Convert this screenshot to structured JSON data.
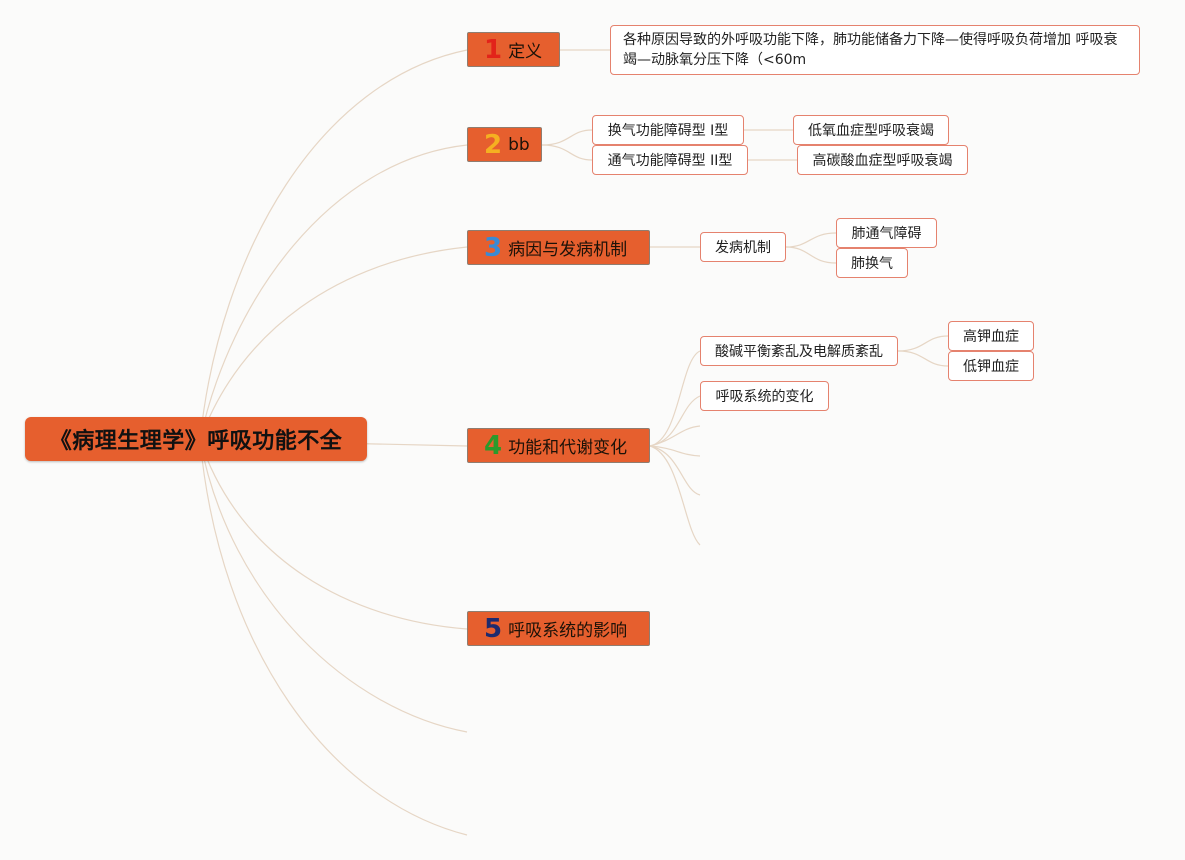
{
  "root": {
    "title": "《病理生理学》呼吸功能不全"
  },
  "branches": [
    {
      "number": "1",
      "label": "定义"
    },
    {
      "number": "2",
      "label": "bb"
    },
    {
      "number": "3",
      "label": "病因与发病机制"
    },
    {
      "number": "4",
      "label": "功能和代谢变化"
    },
    {
      "number": "5",
      "label": "呼吸系统的影响"
    }
  ],
  "definition": {
    "text": "各种原因导致的外呼吸功能下降，肺功能储备力下降—使得呼吸负荷增加 呼吸衰竭—动脉氧分压下降（<60m"
  },
  "types": [
    {
      "label": "换气功能障碍型 I型",
      "child": "低氧血症型呼吸衰竭"
    },
    {
      "label": "通气功能障碍型 II型",
      "child": "高碳酸血症型呼吸衰竭"
    }
  ],
  "mechanism": {
    "label": "发病机制",
    "children": [
      "肺通气障碍",
      "肺换气"
    ]
  },
  "metabolic": {
    "acid_base": {
      "label": "酸碱平衡紊乱及电解质紊乱",
      "children": [
        "高钾血症",
        "低钾血症"
      ]
    },
    "respiratory_change": "呼吸系统的变化"
  },
  "colors": {
    "node_fill": "#e65f2e",
    "leaf_border": "#e5826e",
    "link": "#e6d6c5",
    "background": "#fbfbfa"
  }
}
